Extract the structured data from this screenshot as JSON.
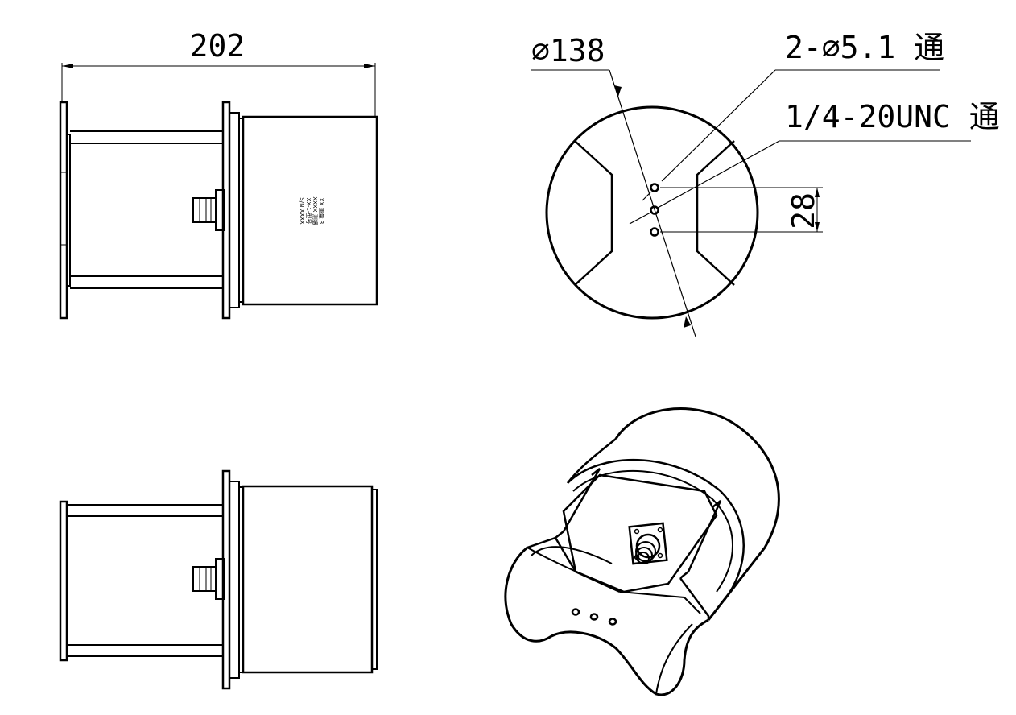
{
  "dimensions": {
    "overall_length": "202",
    "diameter": "⌀138",
    "thru_holes": "2-⌀5.1 通",
    "thread": "1/4-20UNC 通",
    "hole_spacing": "28"
  },
  "nameplate_lines": [
    "XX 重量 3",
    "XXXX 测振",
    "XX-1-型号",
    "S/N XXXX"
  ],
  "colors": {
    "line": "#000000",
    "background": "#ffffff"
  }
}
